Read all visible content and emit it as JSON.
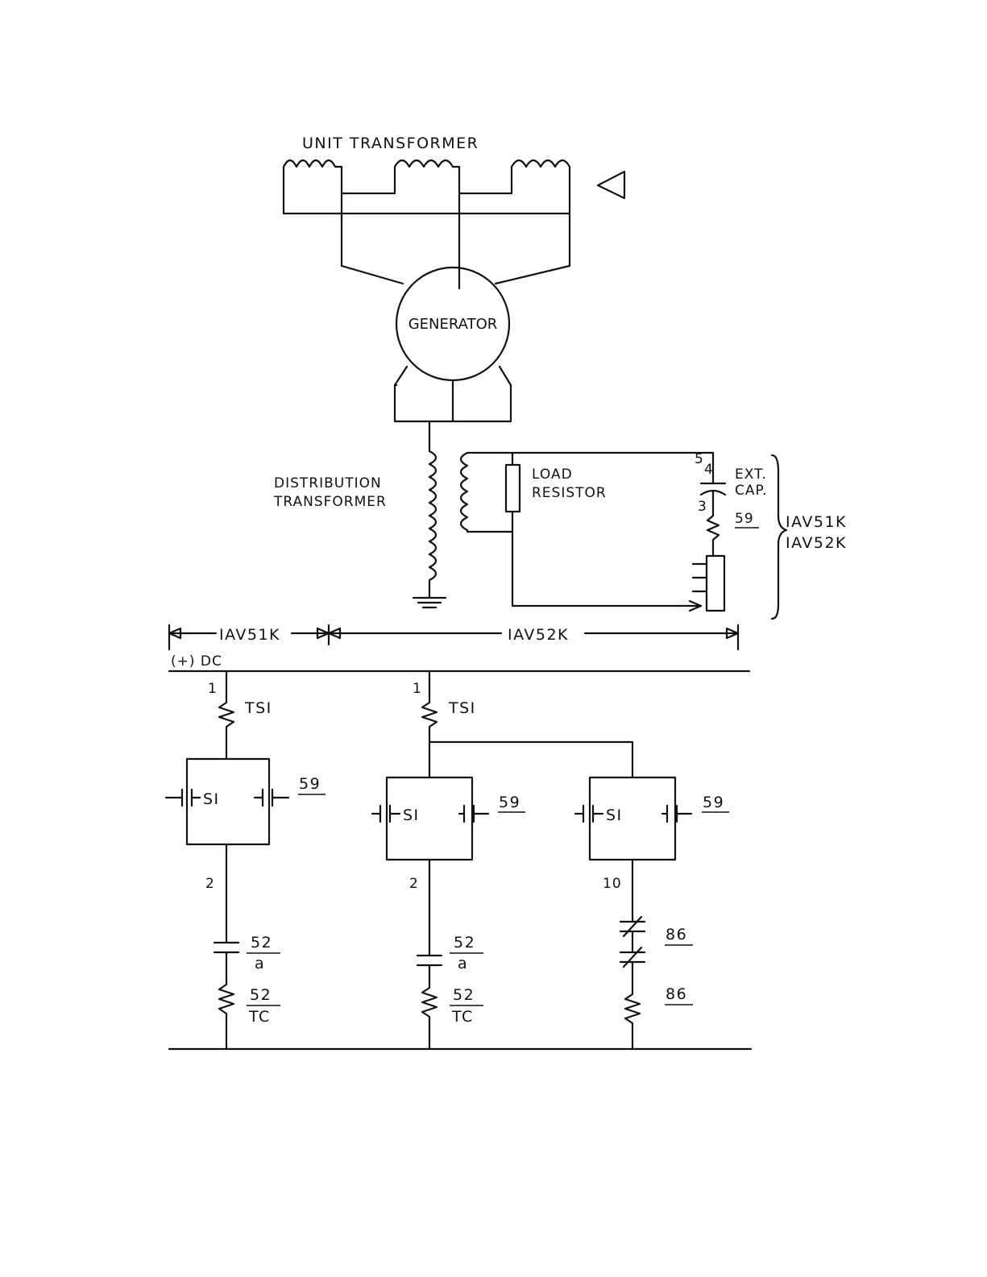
{
  "labels": {
    "unit_transformer": "UNIT TRANSFORMER",
    "generator": "GENERATOR",
    "distribution_transformer_1": "DISTRIBUTION",
    "distribution_transformer_2": "TRANSFORMER",
    "load_resistor_1": "LOAD",
    "load_resistor_2": "RESISTOR",
    "ext_cap_1": "EXT.",
    "ext_cap_2": "CAP.",
    "relay_59_top": "59",
    "relay_model_1": "IAV51K",
    "relay_model_2": "IAV52K",
    "terminal_5": "5",
    "terminal_4": "4",
    "terminal_3": "3",
    "span_iav51k": "IAV51K",
    "span_iav52k": "IAV52K",
    "dc_positive": "(+) DC",
    "circuit1": {
      "terminal_top": "1",
      "tsi": "TSI",
      "si": "SI",
      "contact_59": "59",
      "terminal_bottom": "2",
      "breaker_52_a_num": "52",
      "breaker_52_a_den": "a",
      "coil_52_tc_num": "52",
      "coil_52_tc_den": "TC"
    },
    "circuit2": {
      "terminal_top": "1",
      "tsi": "TSI",
      "si": "SI",
      "contact_59": "59",
      "terminal_bottom": "2",
      "breaker_52_a_num": "52",
      "breaker_52_a_den": "a",
      "coil_52_tc_num": "52",
      "coil_52_tc_den": "TC"
    },
    "circuit3": {
      "si": "SI",
      "contact_59": "59",
      "terminal_bottom": "10",
      "contact_86": "86",
      "coil_86": "86"
    }
  }
}
